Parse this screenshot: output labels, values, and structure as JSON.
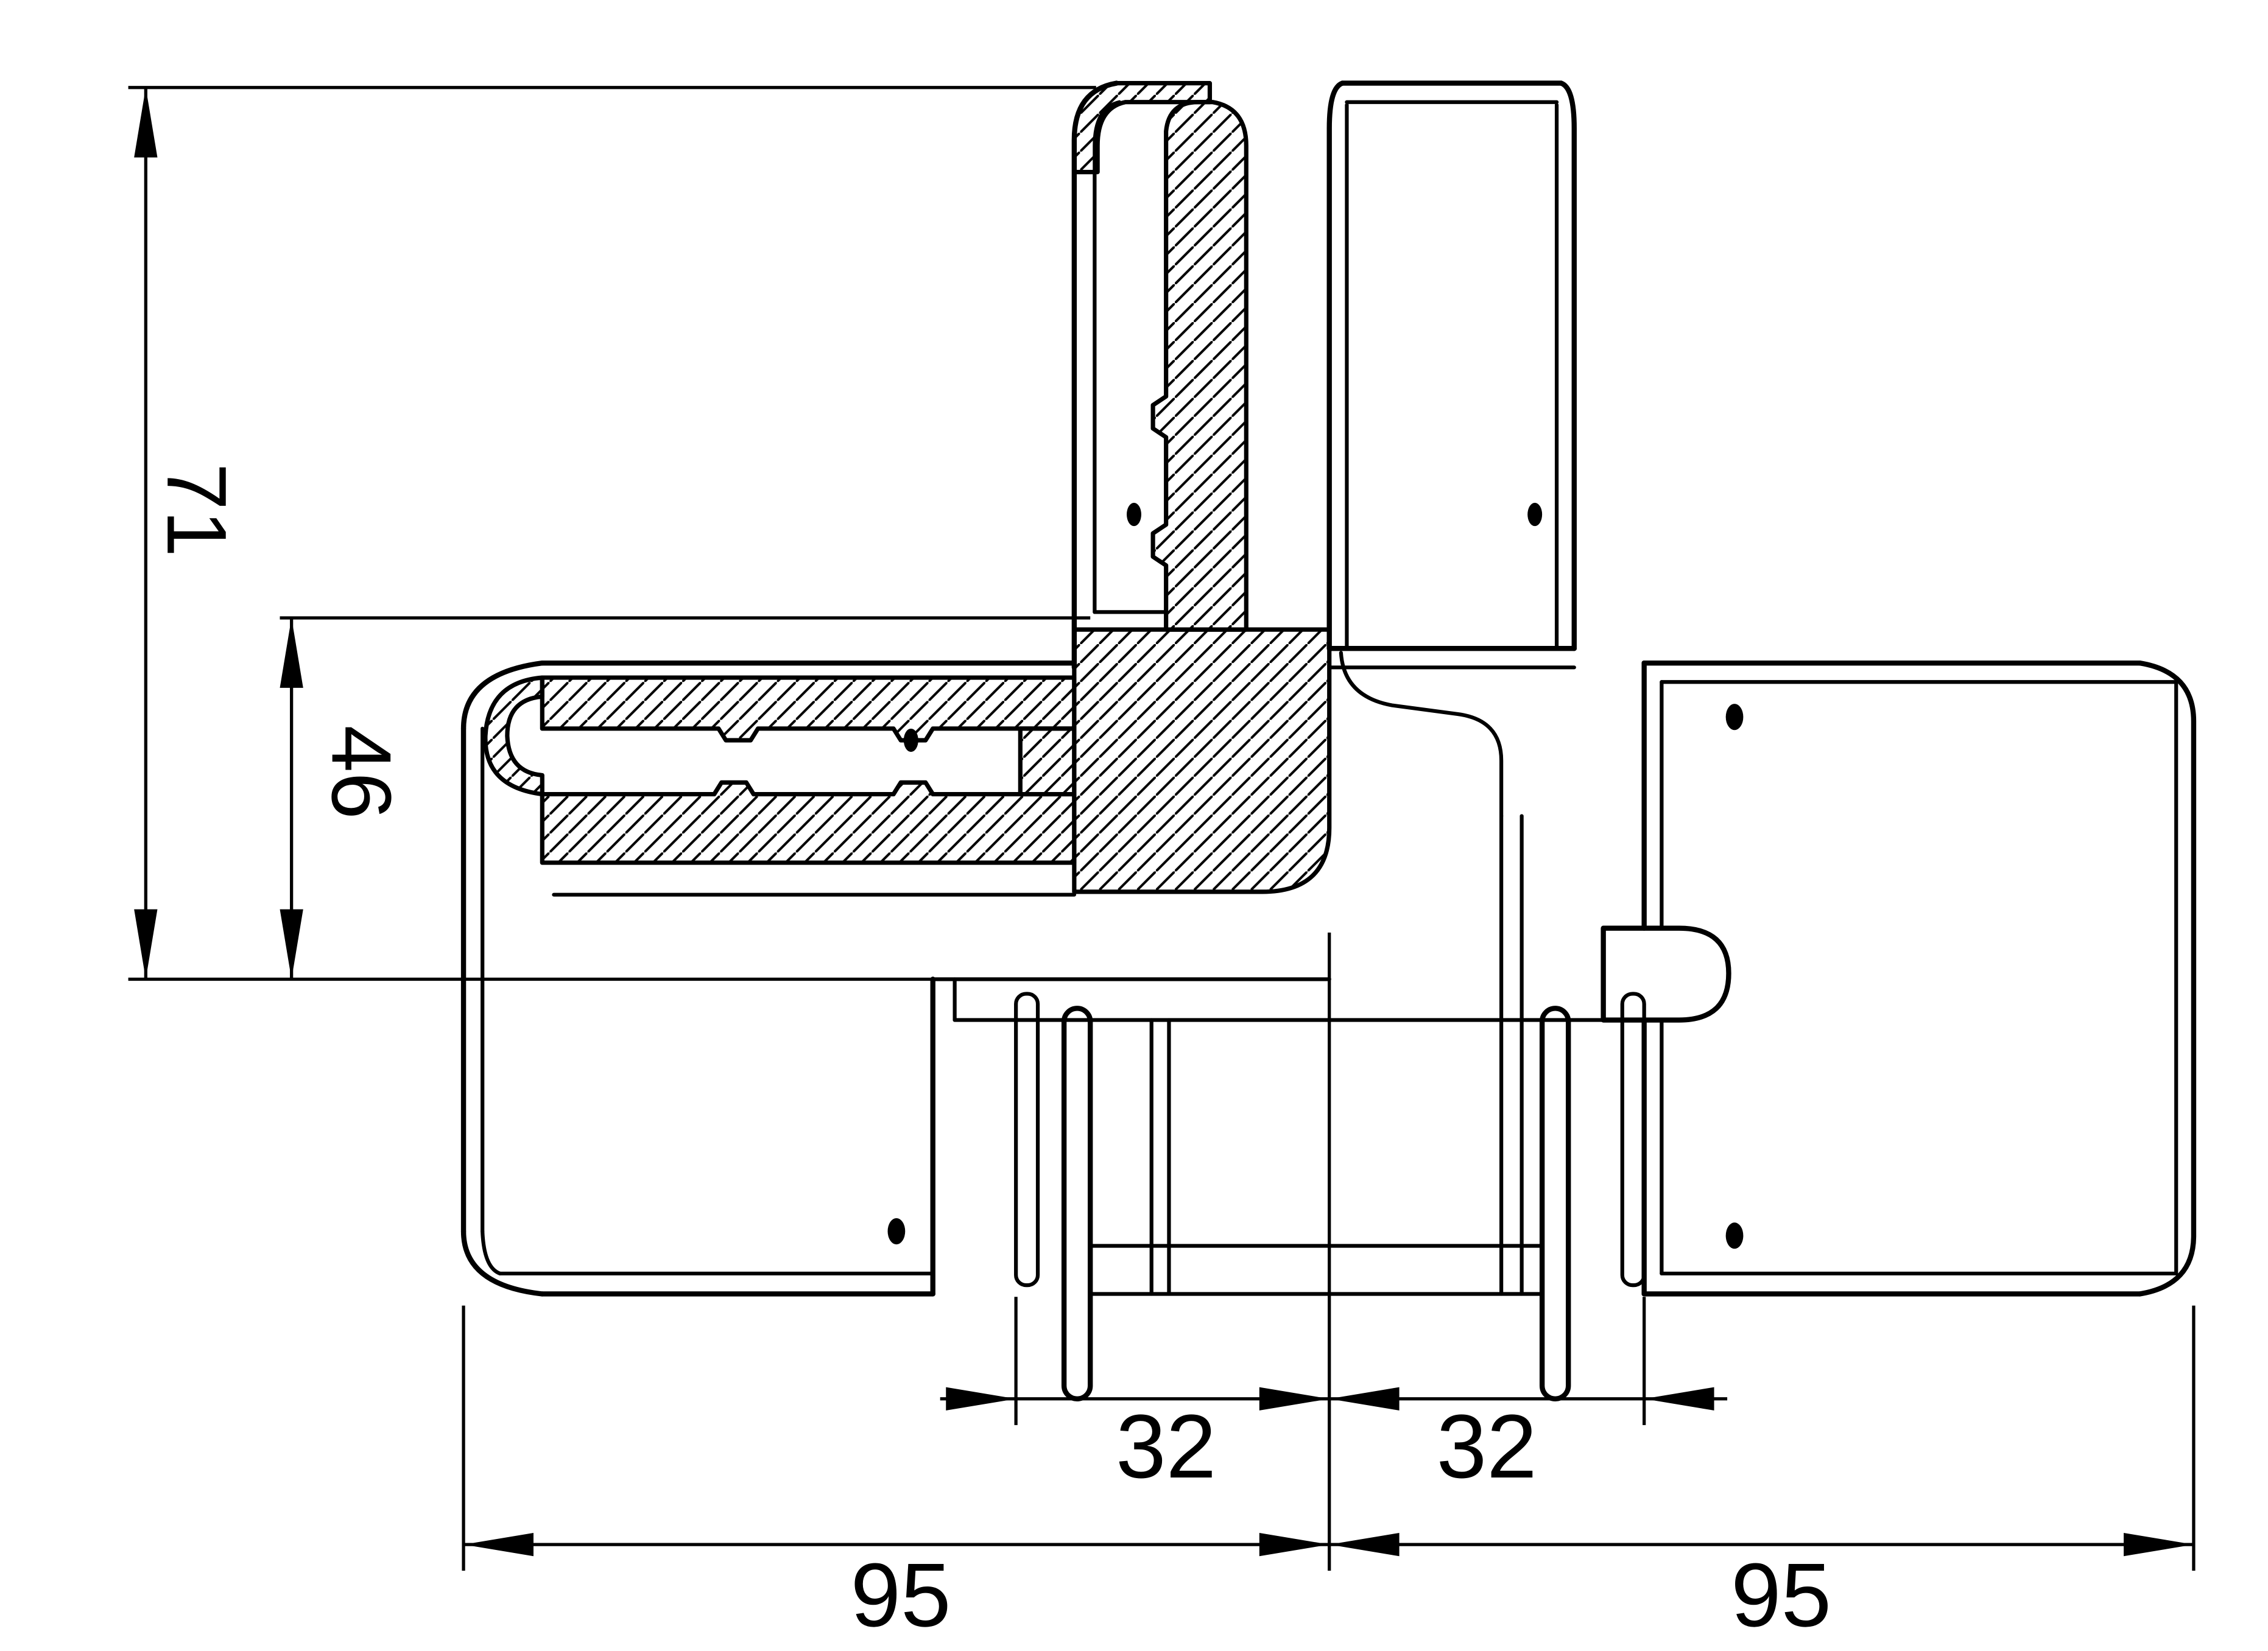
{
  "colors": {
    "line": "#000000",
    "background": "#ffffff"
  },
  "dimensions": {
    "d71": "71",
    "d46": "46",
    "d32_left": "32",
    "d32_right": "32",
    "d95_left": "95",
    "d95_right": "95"
  }
}
